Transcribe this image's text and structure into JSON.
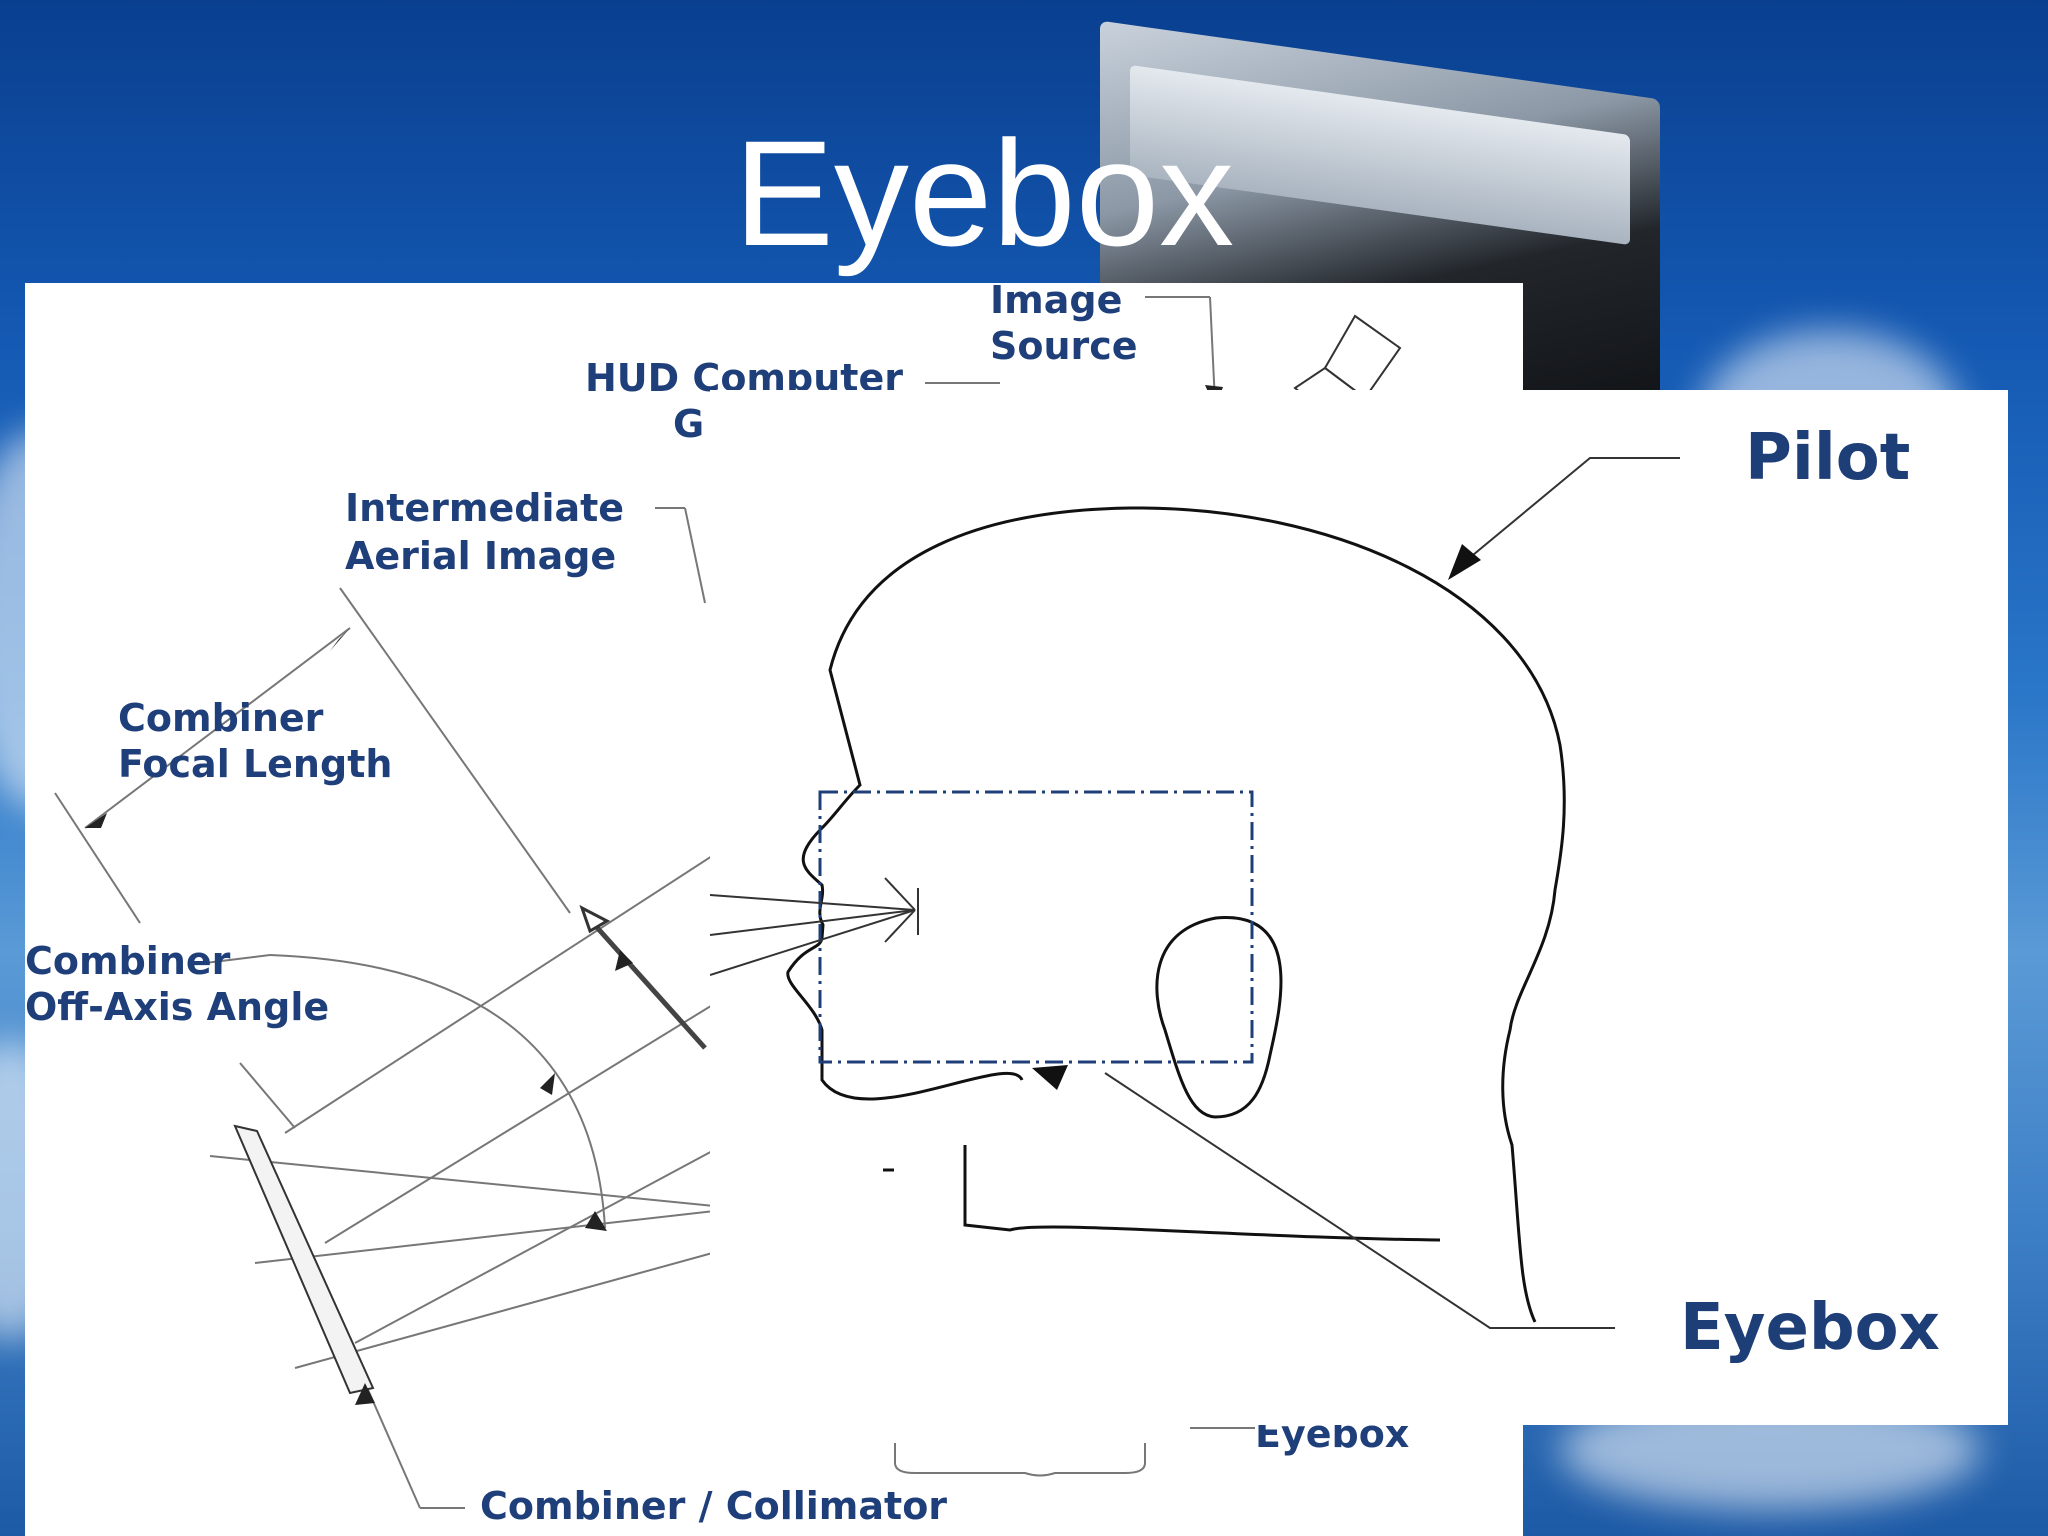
{
  "slide": {
    "title": "Eyebox"
  },
  "back_diagram": {
    "labels": {
      "image_source": [
        "Image",
        "Source"
      ],
      "hud_computer": [
        "HUD Computer",
        "G"
      ],
      "intermediate_aerial_image": [
        "Intermediate",
        "Aerial Image"
      ],
      "combiner_focal_length": [
        "Combiner",
        "Focal Length"
      ],
      "combiner_off_axis_angle": [
        "Combiner",
        "Off-Axis Angle"
      ],
      "combiner_collimator": "Combiner / Collimator",
      "eyebox_partial": "Eyebox"
    }
  },
  "front_diagram": {
    "labels": {
      "pilot": "Pilot",
      "eyebox": "Eyebox"
    }
  },
  "colors": {
    "label_blue": "#1f3f7a",
    "sky_blue": "#1459b3",
    "panel_white": "#ffffff"
  }
}
